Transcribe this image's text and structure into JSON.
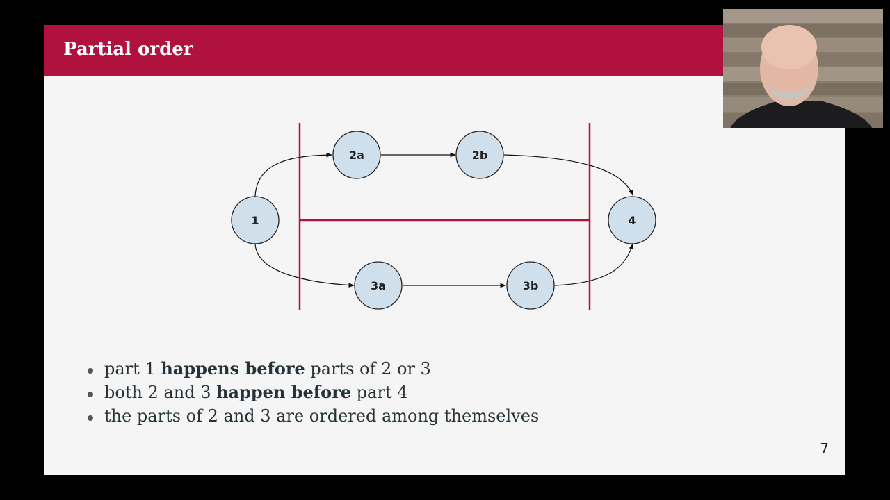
{
  "slide": {
    "title": "Partial order",
    "page_number": "7"
  },
  "diagram": {
    "nodes": [
      {
        "id": "1",
        "label": "1"
      },
      {
        "id": "2a",
        "label": "2a"
      },
      {
        "id": "2b",
        "label": "2b"
      },
      {
        "id": "3a",
        "label": "3a"
      },
      {
        "id": "3b",
        "label": "3b"
      },
      {
        "id": "4",
        "label": "4"
      }
    ],
    "edges": [
      [
        "1",
        "2a"
      ],
      [
        "2a",
        "2b"
      ],
      [
        "2b",
        "4"
      ],
      [
        "1",
        "3a"
      ],
      [
        "3a",
        "3b"
      ],
      [
        "3b",
        "4"
      ]
    ],
    "colors": {
      "node_fill": "#cfdfec",
      "node_stroke": "#222222",
      "barrier": "#b0123d",
      "accent": "#b0123d"
    }
  },
  "bullets": [
    {
      "pre": "part 1 ",
      "bold": "happens before",
      "post": " parts of 2 or 3"
    },
    {
      "pre": "both 2 and 3 ",
      "bold": "happen before",
      "post": " part 4"
    },
    {
      "pre": "the parts of 2 and 3 are ordered among themselves",
      "bold": "",
      "post": ""
    }
  ]
}
